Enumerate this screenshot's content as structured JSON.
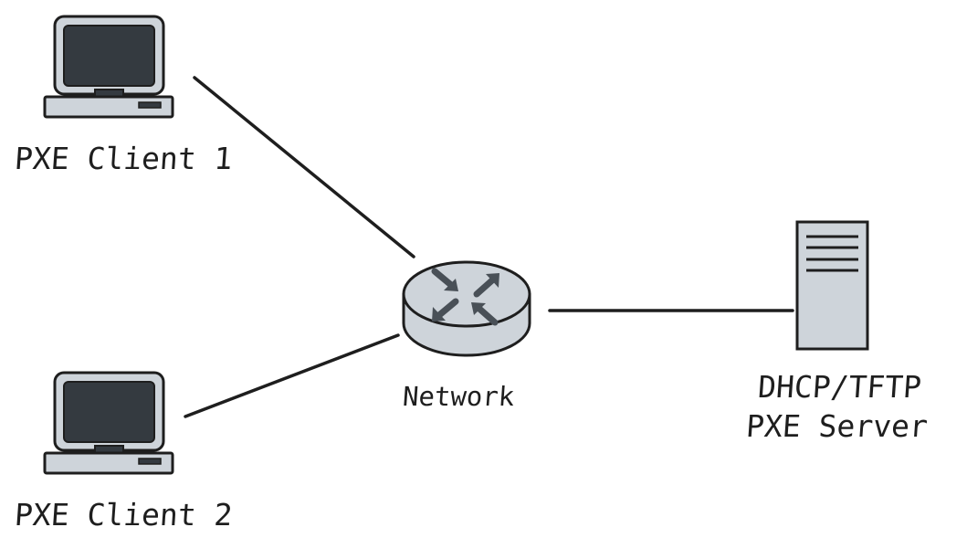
{
  "nodes": {
    "client_1": {
      "label": "PXE Client 1",
      "icon": "desktop-computer-icon"
    },
    "client_2": {
      "label": "PXE Client 2",
      "icon": "desktop-computer-icon"
    },
    "network": {
      "label": "Network",
      "icon": "router-icon"
    },
    "server": {
      "label_line_1": "DHCP/TFTP",
      "label_line_2": "PXE Server",
      "icon": "server-tower-icon"
    }
  },
  "edges": [
    {
      "from": "client_1",
      "to": "network"
    },
    {
      "from": "client_2",
      "to": "network"
    },
    {
      "from": "network",
      "to": "server"
    }
  ],
  "colors": {
    "stroke": "#1e1e1e",
    "device_fill": "#ced4da",
    "screen_fill": "#343a40",
    "arrow_fill": "#495057"
  }
}
